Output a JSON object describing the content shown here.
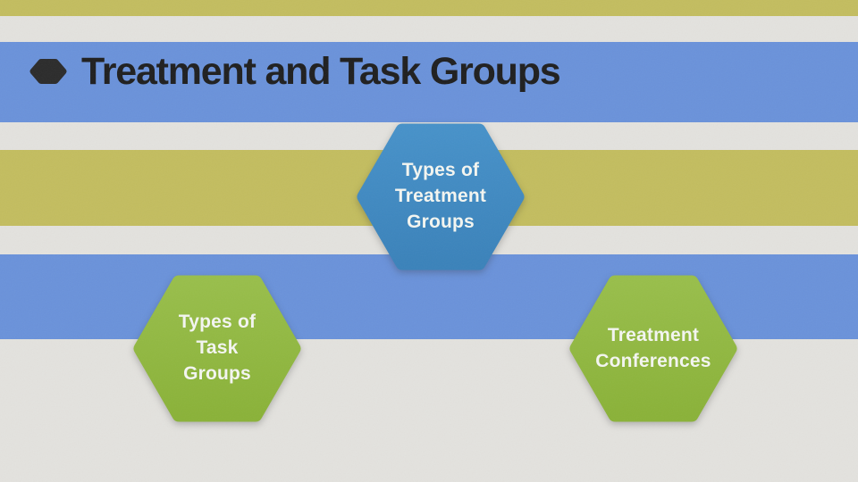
{
  "slide": {
    "title": "Treatment and Task Groups"
  },
  "hexagons": {
    "treatment_groups": {
      "line1": "Types of",
      "line2": "Treatment",
      "line3": "Groups"
    },
    "task_groups": {
      "line1": "Types of",
      "line2": "Task",
      "line3": "Groups"
    },
    "treatment_conferences": {
      "line1": "Treatment",
      "line2": "Conferences"
    }
  },
  "icons": {
    "title_bullet": "hexagon-icon"
  },
  "colors": {
    "stripe_blue": "#6a92da",
    "stripe_olive": "#c3bd5f",
    "background_gray": "#e3e2de",
    "hex_blue": "#3d88c1",
    "hex_green": "#90b741",
    "bullet_dark": "#2b2b2b",
    "title_text": "#1f1f1f",
    "hex_label_text": "#f4f6f1"
  }
}
